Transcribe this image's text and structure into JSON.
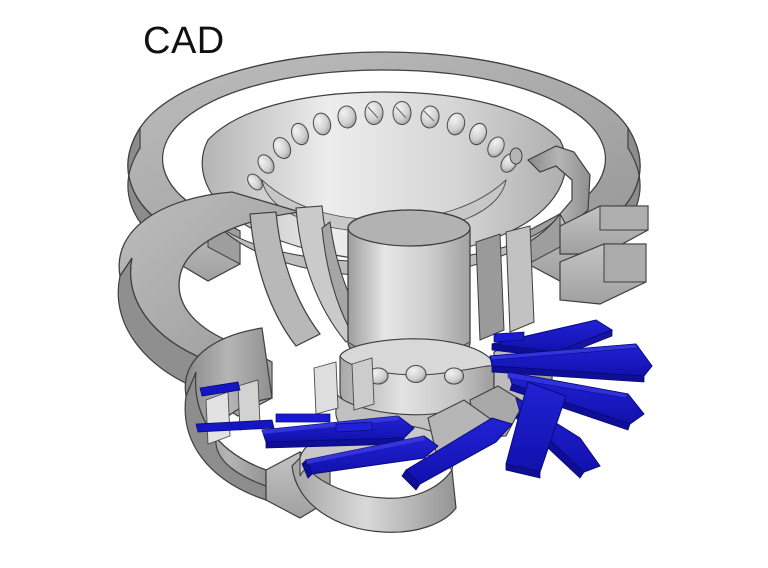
{
  "figure": {
    "title_label": "CAD",
    "background_color": "#ffffff",
    "caption": "",
    "type": "cad-cutaway-render"
  },
  "colors": {
    "background": "#ffffff",
    "metal_light": "#e9e9e9",
    "metal_mid": "#c9c9c9",
    "metal_base": "#b0b0b0",
    "metal_dark": "#8f8f8f",
    "metal_darker": "#737373",
    "metal_shadow": "#5e5e5e",
    "outline": "#3a3a3a",
    "arrow_blue": "#1414c8",
    "arrow_blue_dark": "#0a0a8c",
    "arrow_blue_light": "#2a2ad8",
    "hole_inner": "#d8d8d8",
    "hole_shadow": "#9a9a9a"
  },
  "model": {
    "name": "turbine-distributor-cutaway",
    "description": "Sectioned annular turbine distributor / pump casing with guide vanes",
    "components": [
      {
        "id": "top-flange-ring",
        "label": "Top flange ring"
      },
      {
        "id": "bolt-hole-circle",
        "label": "Bolt hole circle"
      },
      {
        "id": "inner-hub-cylinder",
        "label": "Inner hub cylinder"
      },
      {
        "id": "guide-vane-channel",
        "label": "Guide vane channel"
      },
      {
        "id": "lower-flange-ring",
        "label": "Lower flange ring"
      },
      {
        "id": "lower-bolt-holes",
        "label": "Lower bolt holes"
      },
      {
        "id": "outer-casing-wall",
        "label": "Outer casing wall"
      },
      {
        "id": "section-cut-face",
        "label": "Section cut face"
      },
      {
        "id": "draft-tube-cone",
        "label": "Draft tube cone"
      }
    ],
    "bolt_hole_count_top": 13,
    "bolt_hole_count_lower": 3
  },
  "flow_arrows": {
    "label": "Radial outflow vectors",
    "color": "#1414c8",
    "count": 10,
    "items": [
      {
        "id": "arrow-1",
        "label": "upper-right-flat"
      },
      {
        "id": "arrow-2",
        "label": "right-long-wedge"
      },
      {
        "id": "arrow-3",
        "label": "right-lower-wedge"
      },
      {
        "id": "arrow-4",
        "label": "right-steep-wedge"
      },
      {
        "id": "arrow-5",
        "label": "lower-right-wedge"
      },
      {
        "id": "arrow-6",
        "label": "bottom-center-wedge"
      },
      {
        "id": "arrow-7",
        "label": "left-mid-wedge"
      },
      {
        "id": "arrow-8",
        "label": "left-lower-wedge"
      },
      {
        "id": "arrow-9",
        "label": "inner-left-thin"
      },
      {
        "id": "arrow-10",
        "label": "inner-seam-thin"
      }
    ]
  }
}
